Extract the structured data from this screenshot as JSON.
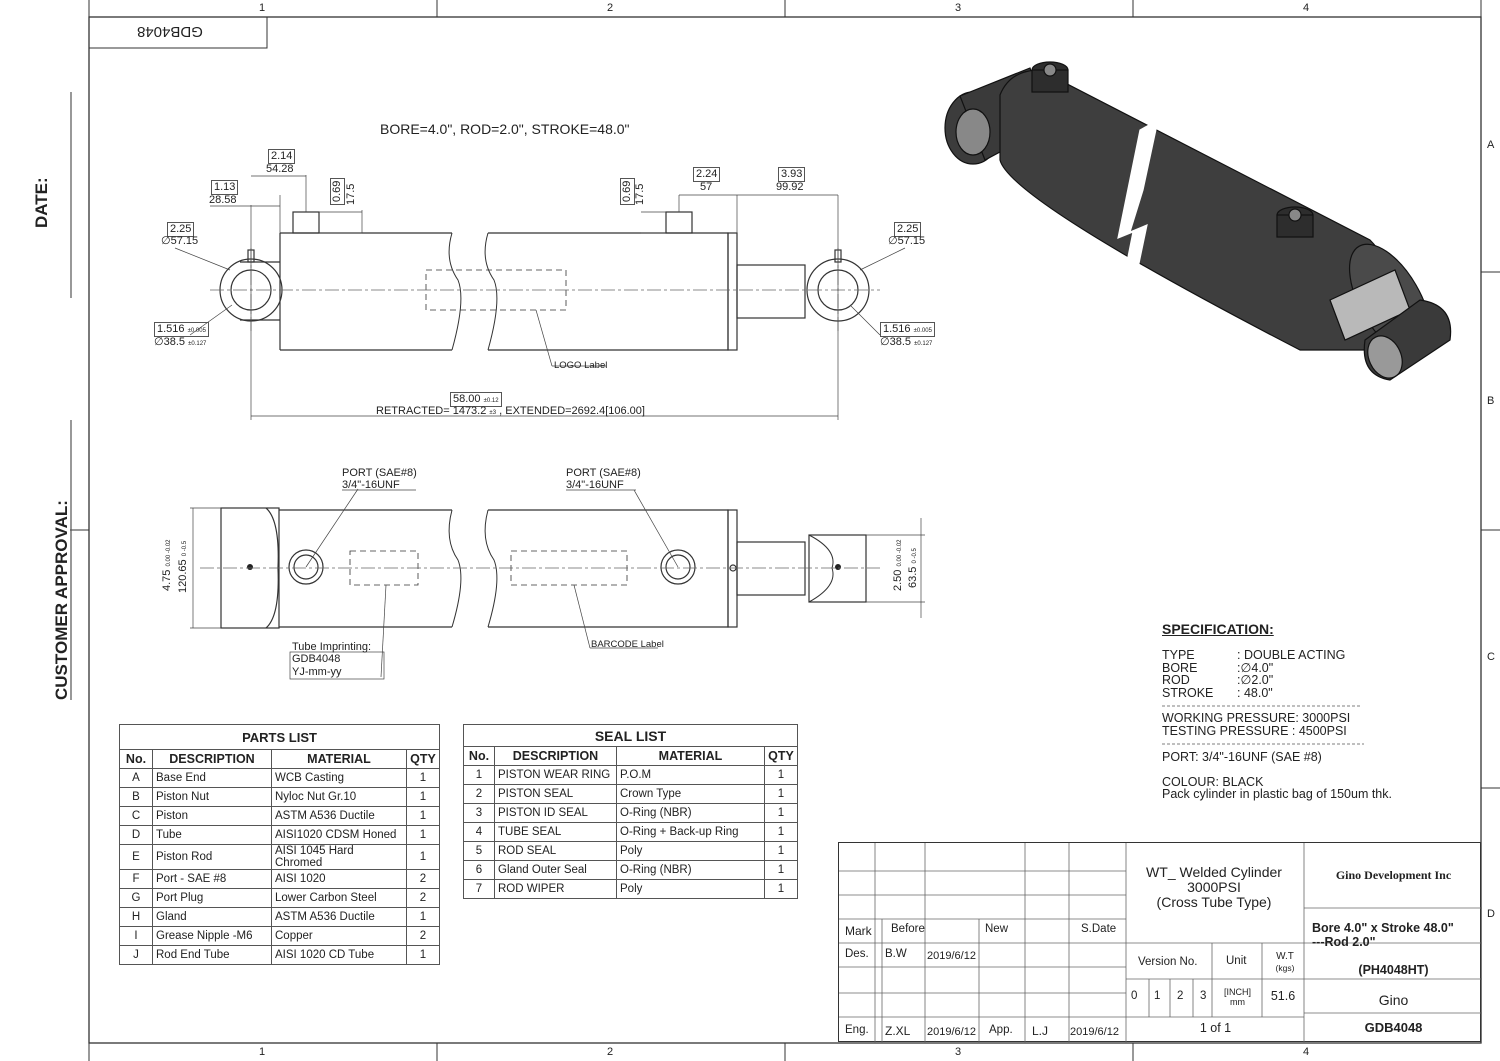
{
  "frame": {
    "col_labels": [
      "1",
      "2",
      "3",
      "4"
    ],
    "row_labels": [
      "A",
      "B",
      "C",
      "D"
    ],
    "drawing_code_box": "GDB4048"
  },
  "side_labels": {
    "date": "DATE:",
    "customer_approval": "CUSTOMER APPROVAL:"
  },
  "top_view": {
    "spec_line": "BORE=4.0\", ROD=2.0\", STROKE=48.0\"",
    "dims": {
      "d_2_14": "2.14",
      "d_54_28": "54.28",
      "d_1_13": "1.13",
      "d_28_58": "28.58",
      "d_0_69_a": "0.69",
      "d_17_5_a": "17.5",
      "d_2_25_l": "2.25",
      "d_57_15_l": "57.15",
      "d_0_69_b": "0.69",
      "d_17_5_b": "17.5",
      "d_2_24": "2.24",
      "d_57": "57",
      "d_3_93": "3.93",
      "d_99_92": "99.92",
      "d_2_25_r": "2.25",
      "d_57_15_r": "57.15",
      "d_1_516_l": "1.516",
      "tol_005_l": "±0.005",
      "d_38_5_l": "38.5",
      "tol_127_l": "±0.127",
      "d_1_516_r": "1.516",
      "tol_005_r": "±0.005",
      "d_38_5_r": "38.5",
      "tol_127_r": "±0.127",
      "d_58_00": "58.00",
      "tol_12": "±0.12",
      "retracted": "RETRACTED=  1473.2",
      "tol_3": "±3",
      "extended": ", EXTENDED=2692.4[106.00]",
      "logo_label": "LOGO Label"
    }
  },
  "bottom_view": {
    "port_l_1": "PORT (SAE#8)",
    "port_l_2": "3/4\"-16UNF",
    "port_r_1": "PORT (SAE#8)",
    "port_r_2": "3/4\"-16UNF",
    "tube_imprint_title": "Tube Imprinting:",
    "tube_imprint_1": "GDB4048",
    "tube_imprint_2": "YJ-mm-yy",
    "barcode_label": "BARCODE Label",
    "d_4_75": "4.75",
    "tol_4_75": "0.00 -0.02",
    "d_120_65": "120.65",
    "tol_120_65": "0 -0.5",
    "d_2_50": "2.50",
    "tol_2_50": "0.00 -0.02",
    "d_63_5": "63.5",
    "tol_63_5": "0 -0.5"
  },
  "parts_list": {
    "title": "PARTS   LIST",
    "headers": [
      "No.",
      "DESCRIPTION",
      "MATERIAL",
      "QTY"
    ],
    "rows": [
      [
        "A",
        "Base End",
        "WCB Casting",
        "1"
      ],
      [
        "B",
        "Piston Nut",
        "Nyloc Nut Gr.10",
        "1"
      ],
      [
        "C",
        "Piston",
        "ASTM A536 Ductile",
        "1"
      ],
      [
        "D",
        "Tube",
        "AISI1020 CDSM Honed",
        "1"
      ],
      [
        "E",
        "Piston Rod",
        "AISI 1045 Hard Chromed",
        "1"
      ],
      [
        "F",
        "Port - SAE #8",
        "AISI 1020",
        "2"
      ],
      [
        "G",
        "Port Plug",
        "Lower Carbon Steel",
        "2"
      ],
      [
        "H",
        "Gland",
        "ASTM A536 Ductile",
        "1"
      ],
      [
        "I",
        "Grease Nipple -M6",
        "Copper",
        "2"
      ],
      [
        "J",
        "Rod End Tube",
        "AISI 1020 CD Tube",
        "1"
      ]
    ]
  },
  "seal_list": {
    "title": "SEAL LIST",
    "headers": [
      "No.",
      "DESCRIPTION",
      "MATERIAL",
      "QTY"
    ],
    "rows": [
      [
        "1",
        "PISTON WEAR RING",
        "P.O.M",
        "1"
      ],
      [
        "2",
        "PISTON SEAL",
        "Crown Type",
        "1"
      ],
      [
        "3",
        "PISTON ID SEAL",
        "O-Ring (NBR)",
        "1"
      ],
      [
        "4",
        "TUBE SEAL",
        "O-Ring + Back-up Ring",
        "1"
      ],
      [
        "5",
        "ROD SEAL",
        "Poly",
        "1"
      ],
      [
        "6",
        "Gland Outer Seal",
        "O-Ring (NBR)",
        "1"
      ],
      [
        "7",
        "ROD WIPER",
        "Poly",
        "1"
      ]
    ]
  },
  "specification": {
    "title": "SPECIFICATION:",
    "type_k": "TYPE",
    "type_v": ": DOUBLE ACTING",
    "bore_k": "BORE",
    "bore_v": ":∅4.0\"",
    "rod_k": "ROD",
    "rod_v": ":∅2.0\"",
    "stroke_k": "STROKE",
    "stroke_v": ":  48.0\"",
    "wp": "WORKING PRESSURE:  3000PSI",
    "tp": "TESTING PRESSURE  :  4500PSI",
    "port": "PORT: 3/4\"-16UNF (SAE #8)",
    "colour": "COLOUR: BLACK",
    "pack": "Pack cylinder in plastic bag of 150um thk."
  },
  "title_block": {
    "name_1": "WT_ Welded Cylinder",
    "name_2": "3000PSI",
    "name_3": "(Cross Tube Type)",
    "company": "Gino Development Inc",
    "mark": "Mark",
    "before": "Before",
    "new": "New",
    "sdate": "S.Date",
    "des": "Des.",
    "des_by": "B.W",
    "des_date": "2019/6/12",
    "eng": "Eng.",
    "eng_by": "Z.XL",
    "eng_date": "2019/6/12",
    "app": "App.",
    "app_by": "L.J",
    "app_date": "2019/6/12",
    "version_label": "Version No.",
    "unit_label": "Unit",
    "wt_label": "W.T",
    "wt_unit": "(kgs)",
    "versions": [
      "0",
      "1",
      "2",
      "3"
    ],
    "unit_value_1": "[INCH]",
    "unit_value_2": "mm",
    "weight": "51.6",
    "sheet": "1 of 1",
    "desc_1": "Bore 4.0\" x Stroke 48.0\"",
    "desc_2": "---Rod 2.0\"",
    "part_no": "(PH4048HT)",
    "drawn_by": "Gino",
    "drawing_no": "GDB4048"
  }
}
